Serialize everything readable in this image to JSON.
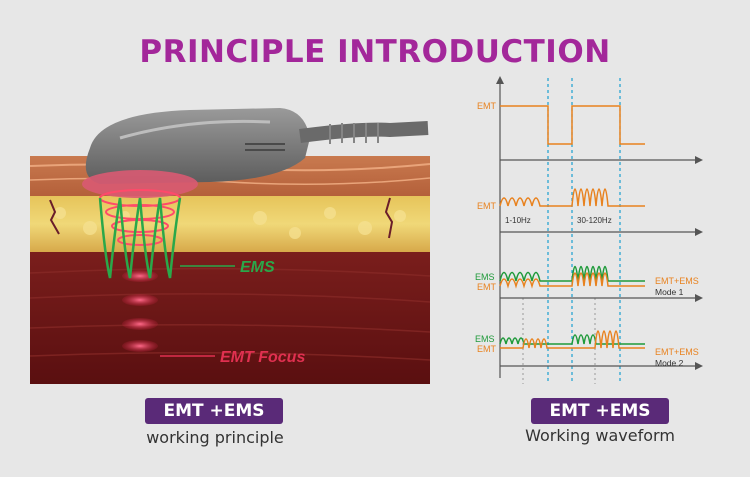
{
  "header": {
    "title": "PRINCIPLE INTRODUCTION"
  },
  "illustration": {
    "ems_label": "EMS",
    "emt_focus_label": "EMT  Focus"
  },
  "waveform": {
    "row1": {
      "emt_label": "EMT"
    },
    "row2": {
      "emt_label": "EMT",
      "freq_low": "1-10Hz",
      "freq_high": "30-120Hz"
    },
    "row3": {
      "ems_label": "EMS",
      "emt_label": "EMT",
      "legend": "EMT+EMS",
      "mode": "Mode 1"
    },
    "row4": {
      "ems_label": "EMS",
      "emt_label": "EMT",
      "legend": "EMT+EMS",
      "mode": "Mode 2"
    }
  },
  "left_panel": {
    "badge": "EMT +EMS",
    "caption": "working principle"
  },
  "right_panel": {
    "badge": "EMT +EMS",
    "caption": "Working waveform"
  },
  "colors": {
    "title": "#a3279a",
    "badge": "#5a2a78",
    "emt": "#e8821f",
    "ems": "#1f9a3a",
    "guide": "#1a9fd0"
  }
}
